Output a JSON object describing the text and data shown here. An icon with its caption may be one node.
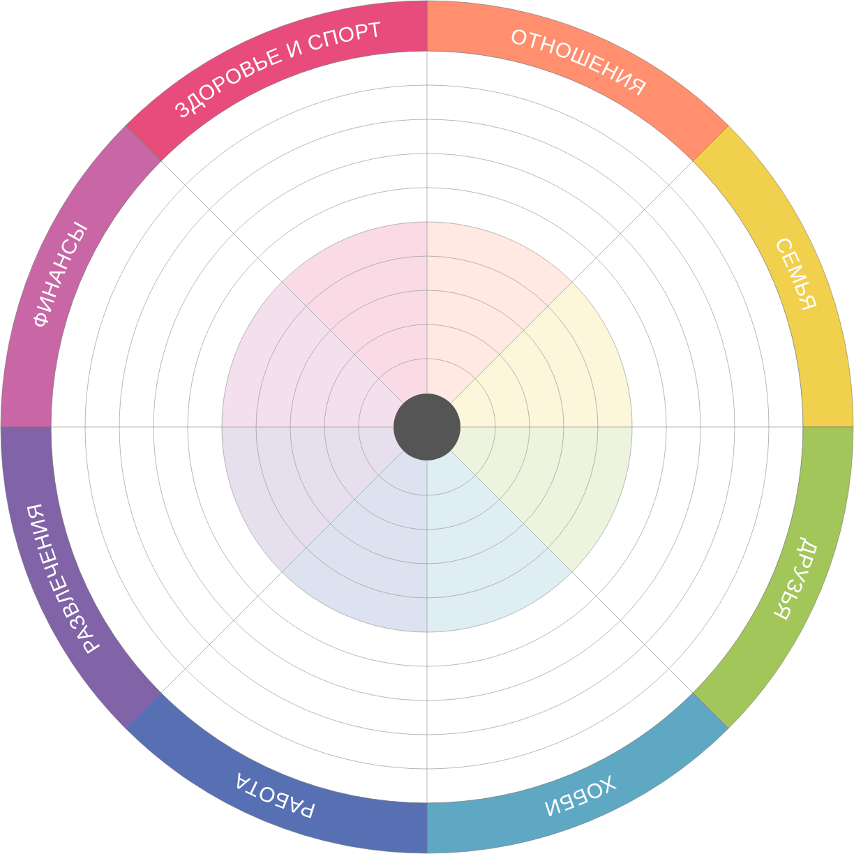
{
  "diagram": {
    "nodes": [
      {
        "text": [
          "ОТНОШЕНИЯ"
        ]
      },
      {
        "text": [
          "СЕМЬЯ"
        ]
      },
      {
        "text": [
          "ДРУЗЬЯ"
        ]
      },
      {
        "text": [
          "ХОББИ"
        ]
      },
      {
        "text": [
          "РАБОТА"
        ]
      },
      {
        "text": [
          "РАЗВЛЕЧЕНИЯ"
        ]
      },
      {
        "text": [
          "ФИНАНСЫ"
        ]
      },
      {
        "text": [
          "ЗДОРОВЬЕ И СПОРТ"
        ]
      }
    ]
  }
}
